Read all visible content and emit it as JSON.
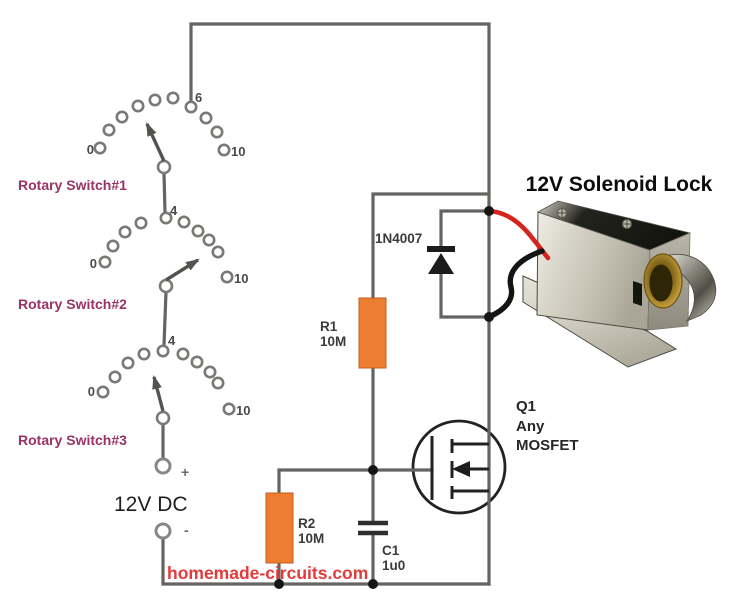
{
  "title": "12V Solenoid Lock",
  "watermark": "homemade-circuits.com",
  "supply": {
    "label": "12V DC",
    "plus": "+",
    "minus": "-"
  },
  "switches": [
    {
      "label": "Rotary Switch#1",
      "min": "0",
      "max": "10",
      "selected": "6"
    },
    {
      "label": "Rotary Switch#2",
      "min": "0",
      "max": "10",
      "selected": "4"
    },
    {
      "label": "Rotary Switch#3",
      "min": "0",
      "max": "10",
      "selected": "4"
    }
  ],
  "components": {
    "r1": {
      "ref": "R1",
      "value": "10M"
    },
    "r2": {
      "ref": "R2",
      "value": "10M"
    },
    "c1": {
      "ref": "C1",
      "value": "1u0"
    },
    "d1": {
      "ref": "1N4007"
    },
    "q1": {
      "ref": "Q1",
      "desc1": "Any",
      "desc2": "MOSFET"
    }
  },
  "colors": {
    "wire_gray": "#666460",
    "resistor_orange": "#ED7D31",
    "switch_label_purple": "#993366",
    "watermark_red": "#E23B3B",
    "lead_red": "#D42420",
    "lead_black": "#141414"
  }
}
